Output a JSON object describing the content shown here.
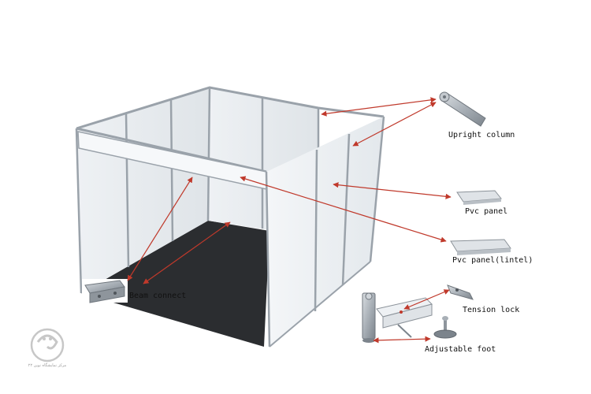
{
  "labels": {
    "upright_column": "Upright  column",
    "pvc_panel": "Pvc panel",
    "pvc_panel_lintel": "Pvc panel(lintel)",
    "beam_connect": "Beam connect",
    "tension_lock": "Tension lock",
    "adjustable_foot": "Adjustable foot"
  },
  "logo": {
    "text": "مرکز نمایشگاه نوین ۲۲"
  },
  "colors": {
    "arrow": "#c0392b",
    "floor": "#2b2d30",
    "frame": "#9aa2aa",
    "panel": "#e6eaee"
  }
}
